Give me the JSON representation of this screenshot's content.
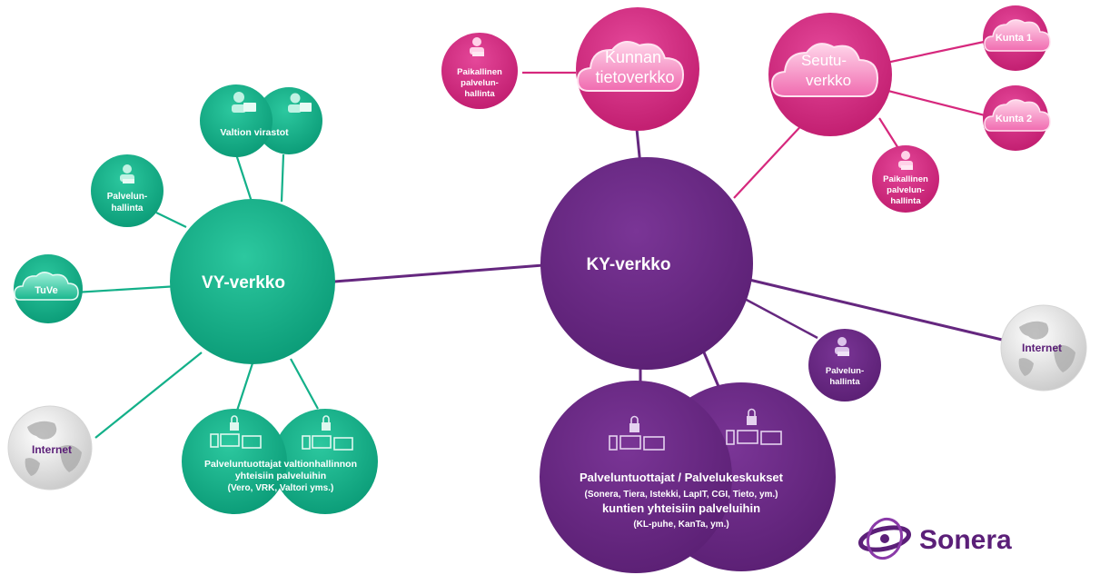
{
  "colors": {
    "green": "#13b089",
    "green_dark": "#0c8e6e",
    "purple": "#65277f",
    "purple_dark": "#4e1a66",
    "magenta": "#d6287d",
    "magenta_dark": "#ad1660",
    "brand": "#5b1f78"
  },
  "vy": {
    "hub": "VY-verkko",
    "valtion_virastot": "Valtion virastot",
    "palvelunhallinta_1": "Palvelun-",
    "palvelunhallinta_2": "hallinta",
    "tuve": "TuVe",
    "internet": "Internet",
    "provider_1": "Palveluntuottajat valtionhallinnon",
    "provider_2": "yhteisiin palveluihin",
    "provider_3": "(Vero, VRK, Valtori yms.)"
  },
  "ky": {
    "hub": "KY-verkko",
    "kunnan_1": "Kunnan",
    "kunnan_2": "tietoverkko",
    "seutu_1": "Seutu-",
    "seutu_2": "verkko",
    "kunta1": "Kunta 1",
    "kunta2": "Kunta 2",
    "paikallinen_1": "Paikallinen",
    "paikallinen_2": "palvelun-",
    "paikallinen_3": "hallinta",
    "palvelunhallinta_1": "Palvelun-",
    "palvelunhallinta_2": "hallinta",
    "internet": "Internet",
    "provider_1": "Palveluntuottajat / Palvelukeskukset",
    "provider_2": "(Sonera, Tiera, Istekki, LapIT, CGI,  Tieto,  ym.)",
    "provider_3": "kuntien yhteisiin  palveluihin",
    "provider_4": "(KL-puhe,  KanTa,  ym.)"
  },
  "brand": {
    "name": "Sonera"
  }
}
